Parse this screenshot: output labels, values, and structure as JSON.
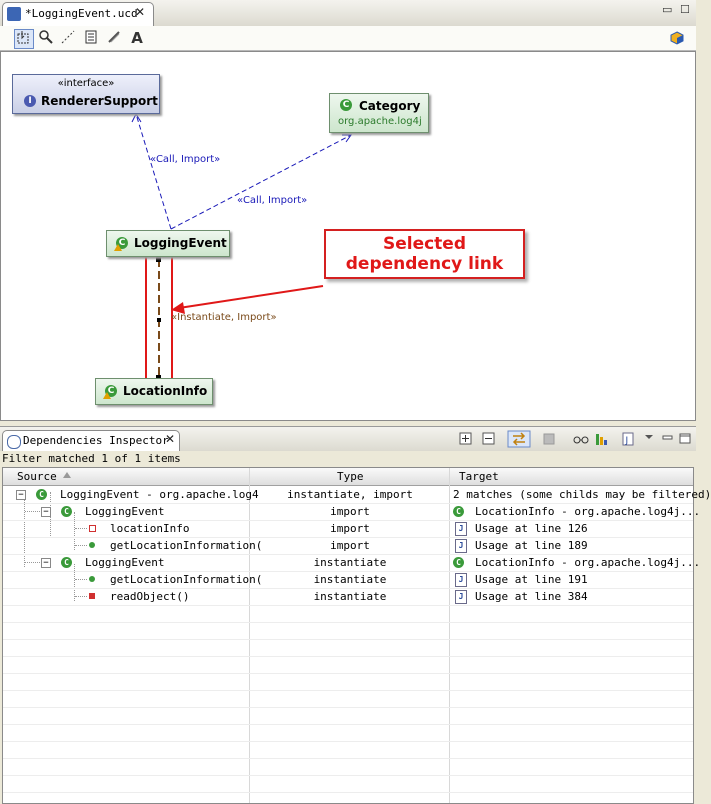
{
  "editor": {
    "tab_title": "*LoggingEvent.ucd",
    "close_glyph": "✕",
    "min_glyph": "▭",
    "max_glyph": "☐"
  },
  "toolbar": {
    "icons": [
      "select-icon",
      "zoom-icon",
      "dependency-icon",
      "note-icon",
      "attach-icon",
      "text-icon"
    ]
  },
  "diagram": {
    "renderer": {
      "stereotype": "«interface»",
      "name": "RendererSupport"
    },
    "category": {
      "name": "Category",
      "package": "org.apache.log4j"
    },
    "logging_event": {
      "name": "LoggingEvent"
    },
    "location_info": {
      "name": "LocationInfo"
    },
    "link_labels": {
      "renderer": "«Call, Import»",
      "category": "«Call, Import»",
      "selected": "«Instantiate, Import»"
    },
    "callout": {
      "line1": "Selected",
      "line2": "dependency link"
    }
  },
  "inspector": {
    "tab_title": "Dependencies Inspector",
    "close_glyph": "✕",
    "filter_status": "Filter matched 1 of 1 items",
    "columns": {
      "source": "Source",
      "type": "Type",
      "target": "Target"
    },
    "rows": [
      {
        "source": "LoggingEvent  -  org.apache.log4",
        "type": "instantiate, import",
        "target": "2 matches (some childs may be filtered)"
      },
      {
        "source": "LoggingEvent",
        "type": "import",
        "target": "LocationInfo  -  org.apache.log4j..."
      },
      {
        "source": "locationInfo",
        "type": "import",
        "target": "Usage at line 126"
      },
      {
        "source": "getLocationInformation(",
        "type": "import",
        "target": "Usage at line 189"
      },
      {
        "source": "LoggingEvent",
        "type": "instantiate",
        "target": "LocationInfo  -  org.apache.log4j..."
      },
      {
        "source": "getLocationInformation(",
        "type": "instantiate",
        "target": "Usage at line 191"
      },
      {
        "source": "readObject()",
        "type": "instantiate",
        "target": "Usage at line 384"
      }
    ]
  },
  "colors": {
    "accent_red": "#e01818",
    "class_green": "#3a9a3a",
    "link_blue": "#1a1ab8"
  }
}
